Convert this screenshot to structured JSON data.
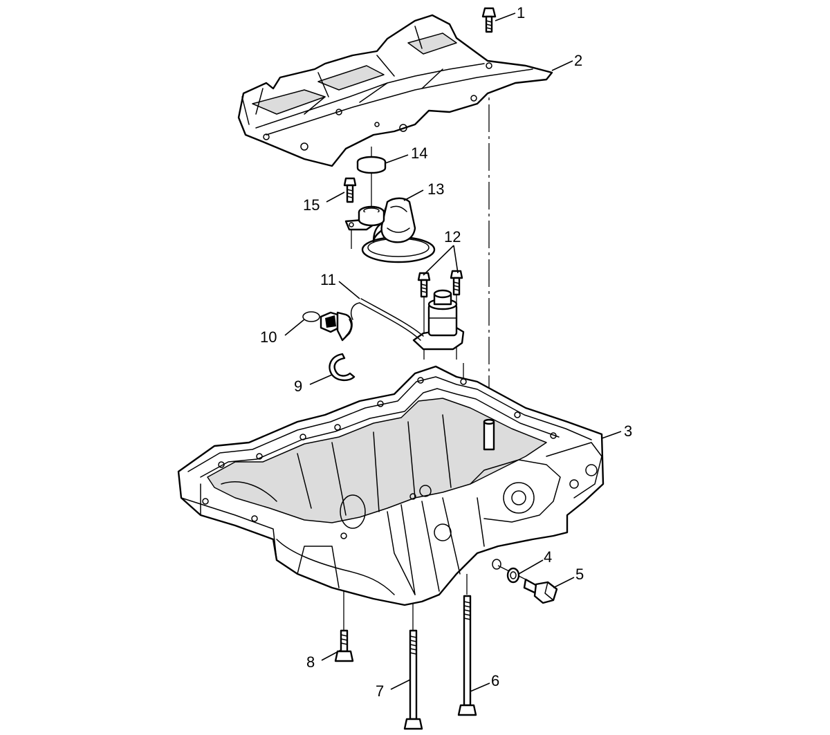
{
  "diagram": {
    "callouts": [
      {
        "id": "1",
        "text": "1"
      },
      {
        "id": "2",
        "text": "2"
      },
      {
        "id": "3",
        "text": "3"
      },
      {
        "id": "4",
        "text": "4"
      },
      {
        "id": "5",
        "text": "5"
      },
      {
        "id": "6",
        "text": "6"
      },
      {
        "id": "7",
        "text": "7"
      },
      {
        "id": "8",
        "text": "8"
      },
      {
        "id": "9",
        "text": "9"
      },
      {
        "id": "10",
        "text": "10"
      },
      {
        "id": "11",
        "text": "11"
      },
      {
        "id": "12",
        "text": "12"
      },
      {
        "id": "13",
        "text": "13"
      },
      {
        "id": "14",
        "text": "14"
      },
      {
        "id": "15",
        "text": "15"
      }
    ],
    "colors": {
      "line": "#000000",
      "background": "#ffffff",
      "shade": "#dcdcdc"
    }
  }
}
